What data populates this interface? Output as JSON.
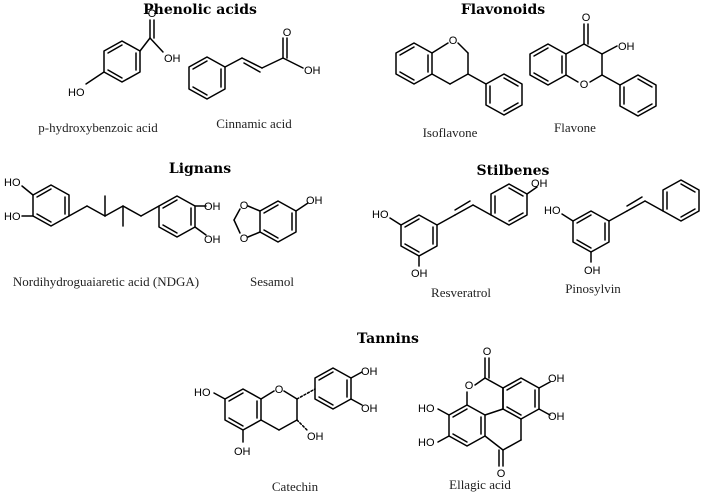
{
  "sections": {
    "phenolic_acids": "Phenolic acids",
    "flavonoids": "Flavonoids",
    "lignans": "Lignans",
    "stilbenes": "Stilbenes",
    "tannins": "Tannins"
  },
  "compounds": {
    "p_hydroxybenzoic_acid": "p-hydroxybenzoic acid",
    "cinnamic_acid": "Cinnamic acid",
    "isoflavone": "Isoflavone",
    "flavone": "Flavone",
    "ndga": "Nordihydroguaiaretic acid (NDGA)",
    "sesamol": "Sesamol",
    "resveratrol": "Resveratrol",
    "pinosylvin": "Pinosylvin",
    "catechin": "Catechin",
    "ellagic_acid": "Ellagic acid"
  },
  "atoms": {
    "o": "O",
    "oh": "OH",
    "ho": "HO"
  }
}
